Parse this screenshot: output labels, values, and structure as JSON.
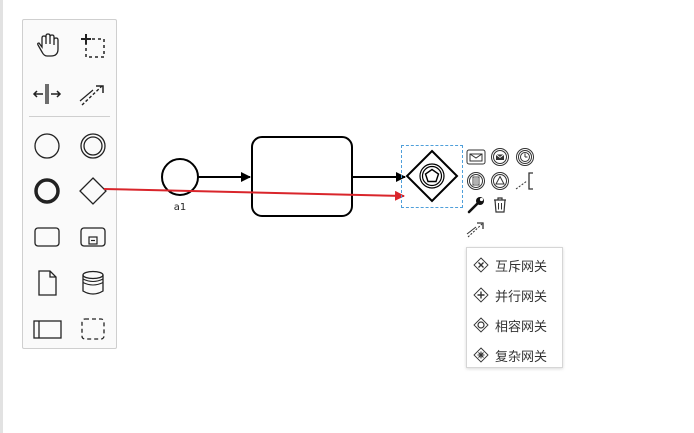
{
  "palette": {
    "tools": [
      {
        "icon": "hand-tool-icon"
      },
      {
        "icon": "lasso-tool-icon"
      },
      {
        "icon": "space-tool-icon"
      },
      {
        "icon": "global-connect-tool-icon"
      },
      {
        "icon": "start-event-icon"
      },
      {
        "icon": "intermediate-event-icon"
      },
      {
        "icon": "end-event-icon"
      },
      {
        "icon": "gateway-icon"
      },
      {
        "icon": "task-icon"
      },
      {
        "icon": "subprocess-icon"
      },
      {
        "icon": "data-object-icon"
      },
      {
        "icon": "data-store-icon"
      },
      {
        "icon": "participant-pool-icon"
      },
      {
        "icon": "group-icon"
      }
    ]
  },
  "diagram": {
    "start_event_label": "a1",
    "connection_color": "#d9252b",
    "selection_color": "#4f9fda"
  },
  "context_pad": {
    "icons": [
      "message-intermediate-event-icon",
      "message-catch-event-icon",
      "timer-event-icon",
      "conditional-event-icon",
      "signal-event-icon",
      "text-annotation-icon",
      "wrench-icon",
      "trash-icon",
      "connect-icon"
    ]
  },
  "replace_menu": {
    "items": [
      {
        "label": "互斥网关",
        "icon": "exclusive-gateway-icon"
      },
      {
        "label": "并行网关",
        "icon": "parallel-gateway-icon"
      },
      {
        "label": "相容网关",
        "icon": "inclusive-gateway-icon"
      },
      {
        "label": "复杂网关",
        "icon": "complex-gateway-icon"
      }
    ]
  }
}
